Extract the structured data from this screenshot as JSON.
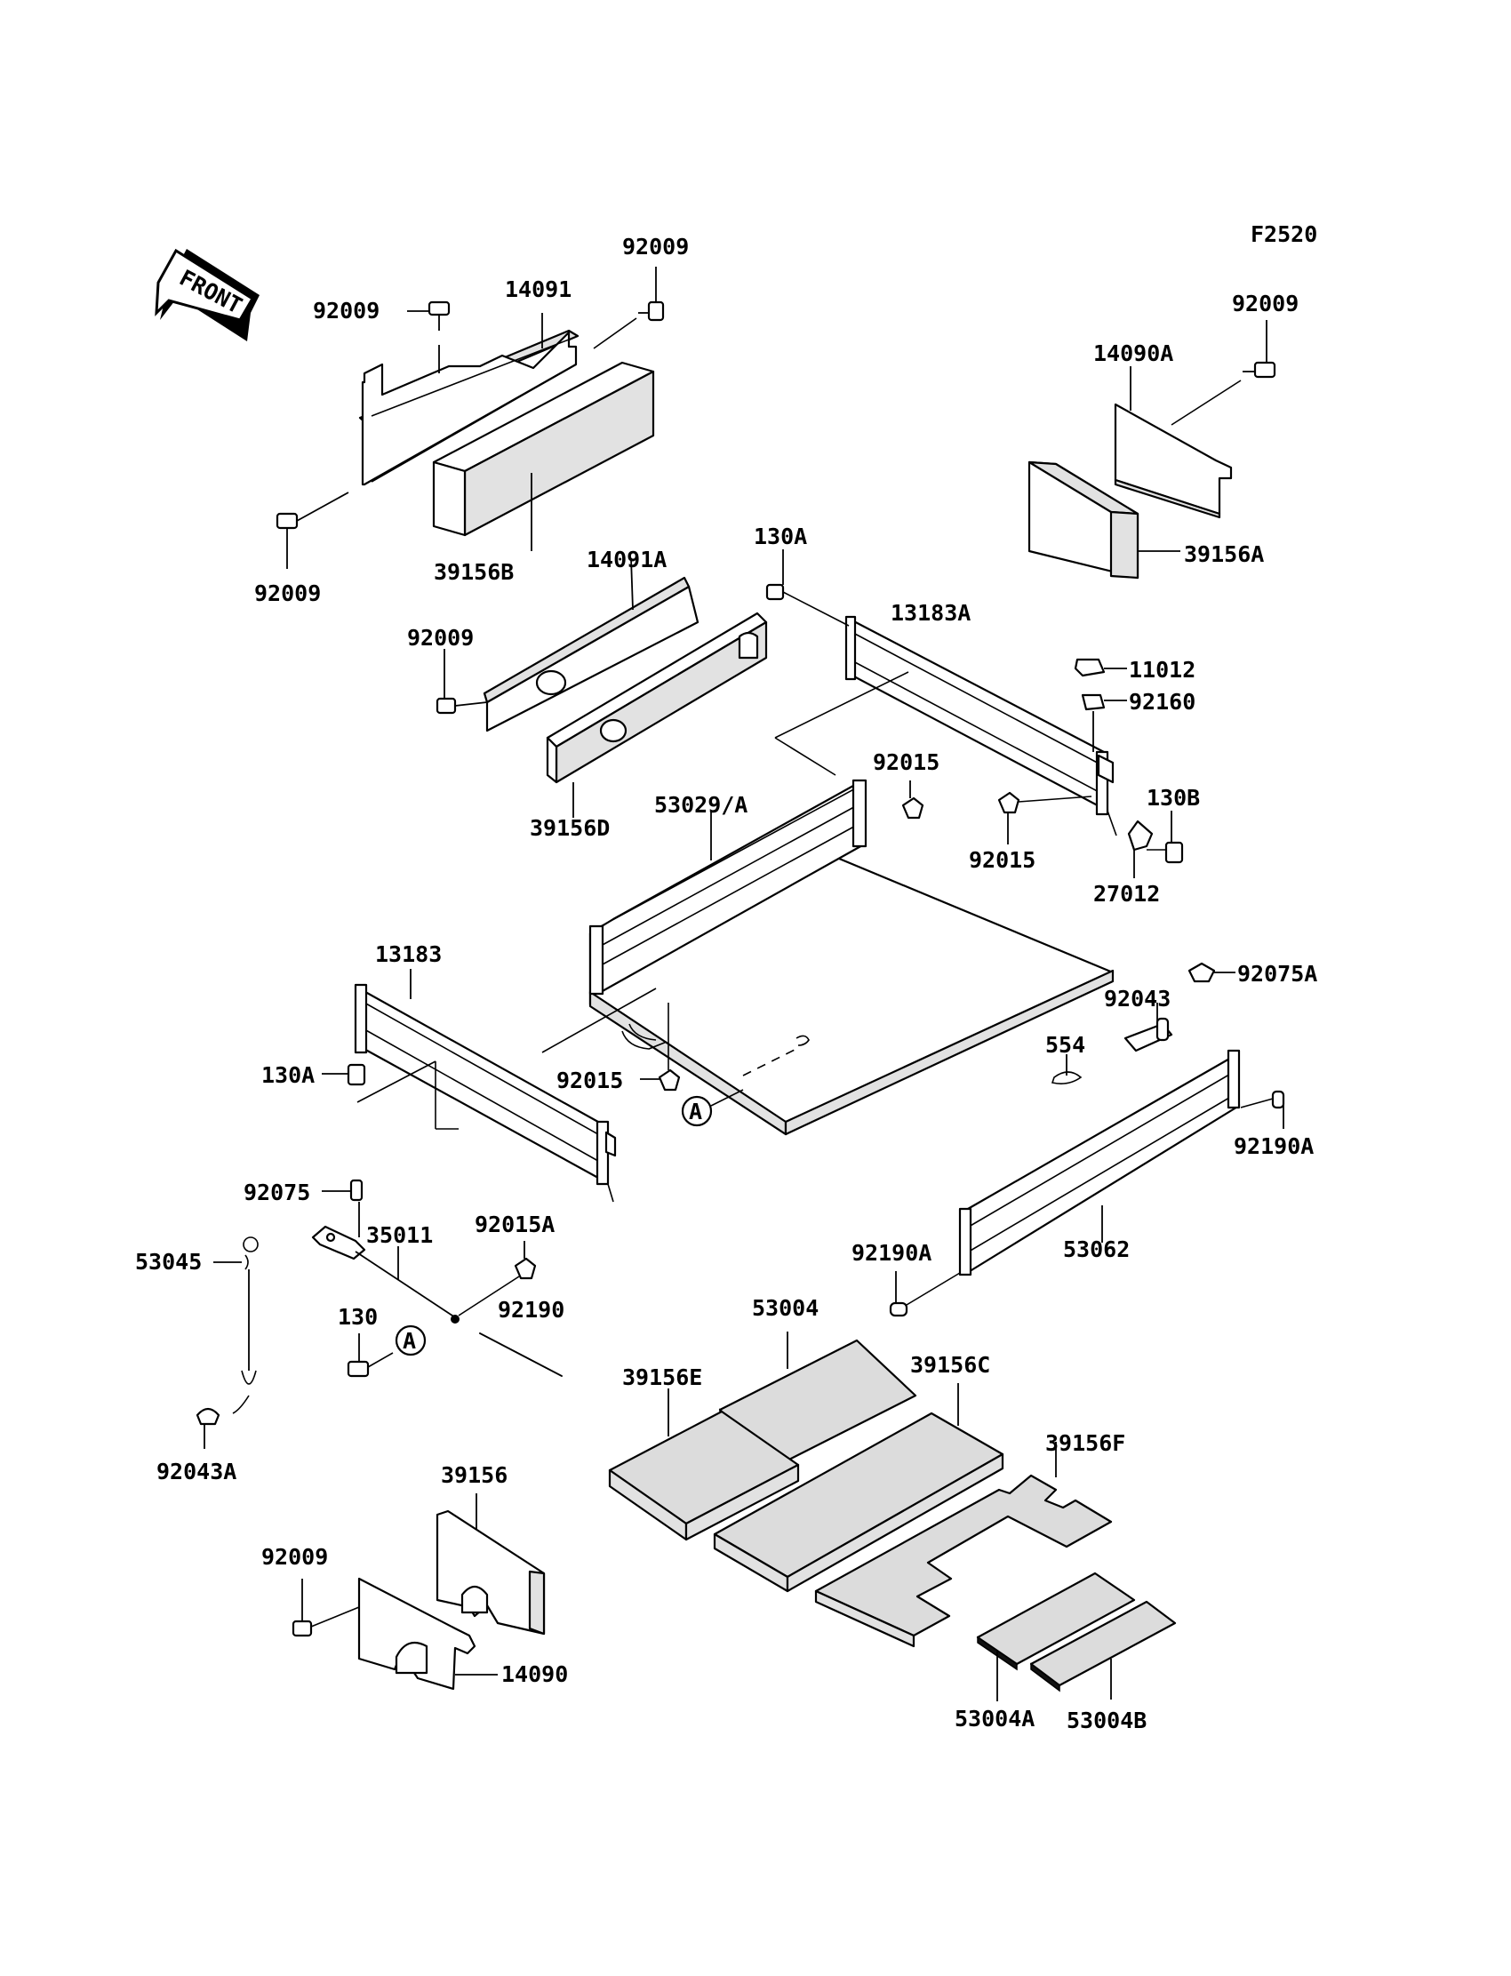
{
  "figure_code": "F2520",
  "front_arrow_text": "FRONT",
  "callout_letter": "A",
  "labels": {
    "l92009_top_left": "92009",
    "l14091": "14091",
    "l92009_top": "92009",
    "l92009_bl": "92009",
    "l39156B": "39156B",
    "l14091A": "14091A",
    "l92009_mid": "92009",
    "l39156D": "39156D",
    "l130A_top": "130A",
    "l13183A": "13183A",
    "l11012": "11012",
    "l92160": "92160",
    "l92015_a": "92015",
    "l92015_b": "92015",
    "l130B": "130B",
    "l27012": "27012",
    "l53029": "53029/A",
    "l92009_right": "92009",
    "l14090A": "14090A",
    "l39156A": "39156A",
    "l13183": "13183",
    "l130A_left": "130A",
    "l92015_c": "92015",
    "l92075A": "92075A",
    "l92043": "92043",
    "l554": "554",
    "l92190A_r": "92190A",
    "l53062": "53062",
    "l92190A_l": "92190A",
    "l92075": "92075",
    "l35011": "35011",
    "l92015A": "92015A",
    "l53045": "53045",
    "l130": "130",
    "l92190": "92190",
    "l92043A": "92043A",
    "l53004": "53004",
    "l39156E": "39156E",
    "l39156C": "39156C",
    "l39156F": "39156F",
    "l39156": "39156",
    "l92009_bottom": "92009",
    "l14090": "14090",
    "l53004A": "53004A",
    "l53004B": "53004B"
  }
}
